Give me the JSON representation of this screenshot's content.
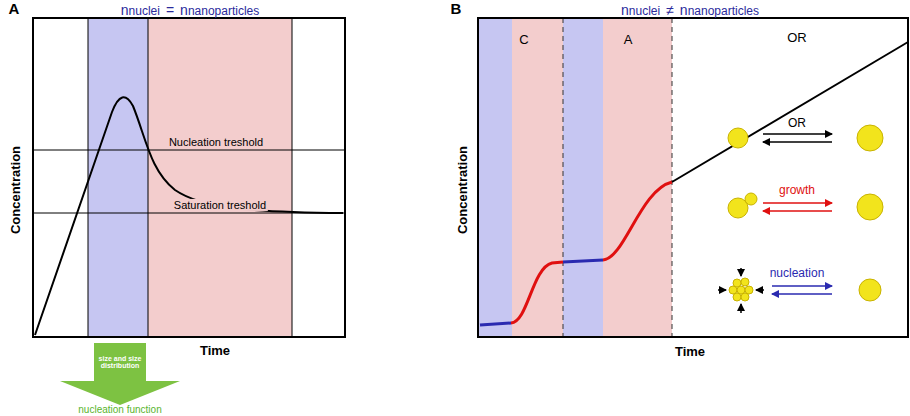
{
  "diagram": {
    "nodes": [
      {
        "text": [
          "size and size distribution"
        ]
      }
    ],
    "labels": [
      "A",
      "n",
      "nuclei",
      "=",
      "n",
      "nanoparticles",
      "Concentration",
      "Time",
      "Nucleation treshold",
      "Saturation treshold",
      "nucleation function",
      "B",
      "n",
      "nuclei",
      "≠",
      "n",
      "nanoparticles",
      "Concentration",
      "Time",
      "C",
      "A",
      "OR",
      "OR",
      "growth",
      "nucleation"
    ]
  }
}
